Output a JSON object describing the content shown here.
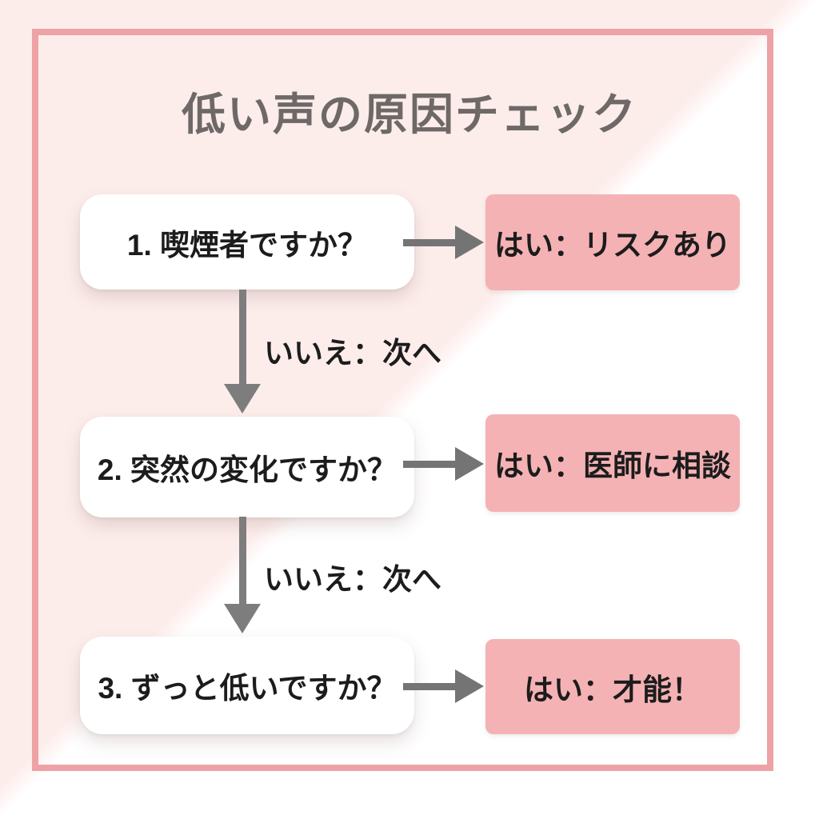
{
  "title": "低い声の原因チェック",
  "steps": [
    {
      "question": "1. 喫煙者ですか？",
      "yes_result": "はい：リスクあり"
    },
    {
      "question": "2. 突然の変化ですか？",
      "yes_result": "はい：医師に相談"
    },
    {
      "question": "3. ずっと低いですか？",
      "yes_result": "はい：才能！"
    }
  ],
  "connectors": {
    "no_label_1": "いいえ：次へ",
    "no_label_2": "いいえ：次へ"
  },
  "colors": {
    "background_pink": "#fcedeb",
    "background_white": "#ffffff",
    "frame_border": "#efa2a5",
    "question_box_bg": "#ffffff",
    "answer_box_bg": "#f4b2b4",
    "arrow": "#747474",
    "box_text": "#1c1c1c",
    "title_text": "#6e6967"
  }
}
